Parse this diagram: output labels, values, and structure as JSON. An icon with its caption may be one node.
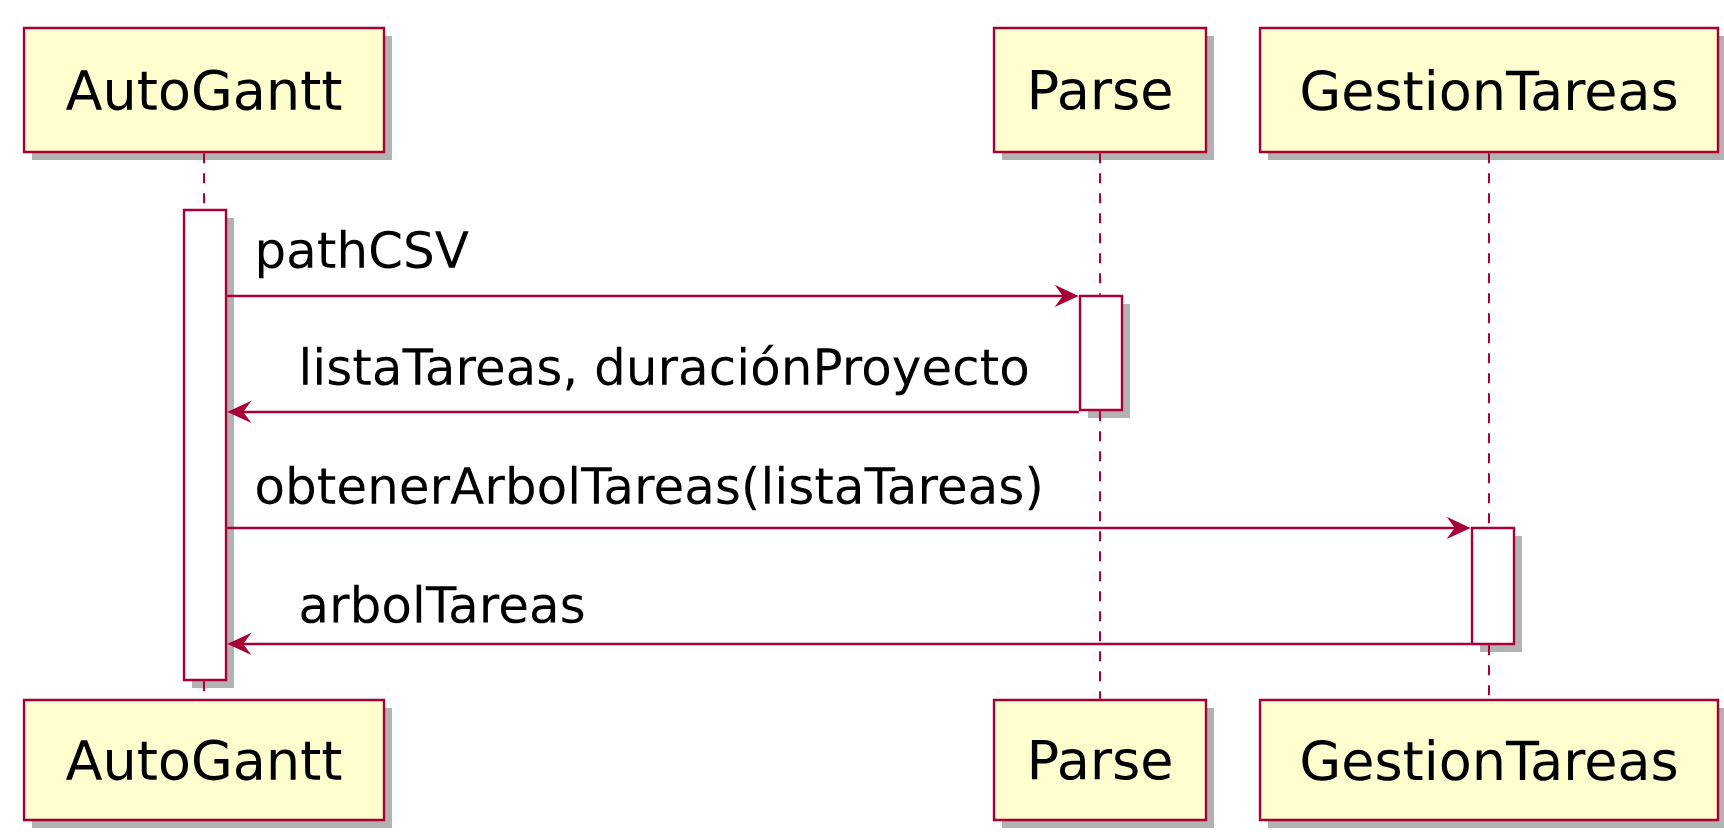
{
  "diagram": {
    "nodes": [
      {
        "text": [
          "AutoGantt"
        ]
      },
      {
        "text": [
          "Parse"
        ]
      },
      {
        "text": [
          "GestionTareas"
        ]
      },
      {
        "text": [],
        "shape": "bar"
      },
      {
        "text": [],
        "shape": "bar"
      },
      {
        "text": [],
        "shape": "bar"
      },
      {
        "text": [
          "AutoGantt"
        ]
      },
      {
        "text": [
          "Parse"
        ]
      },
      {
        "text": [
          "GestionTareas"
        ]
      }
    ],
    "edges": [
      {
        "from": 3,
        "to": 4,
        "arrow": "to",
        "label": "pathCSV"
      },
      {
        "from": 4,
        "to": 3,
        "arrow": "to",
        "label": "listaTareas, duraciónProyecto"
      },
      {
        "from": 3,
        "to": 5,
        "arrow": "to",
        "label": "obtenerArbolTareas(listaTareas)"
      },
      {
        "from": 5,
        "to": 3,
        "arrow": "to",
        "label": "arbolTareas"
      },
      {
        "from": 0,
        "to": 3,
        "arrow": "none",
        "style": "dashed"
      },
      {
        "from": 3,
        "to": 6,
        "arrow": "none",
        "style": "dashed"
      },
      {
        "from": 1,
        "to": 4,
        "arrow": "none",
        "style": "dashed"
      },
      {
        "from": 4,
        "to": 7,
        "arrow": "none",
        "style": "dashed"
      },
      {
        "from": 2,
        "to": 5,
        "arrow": "none",
        "style": "dashed"
      },
      {
        "from": 5,
        "to": 8,
        "arrow": "none",
        "style": "dashed"
      }
    ]
  }
}
